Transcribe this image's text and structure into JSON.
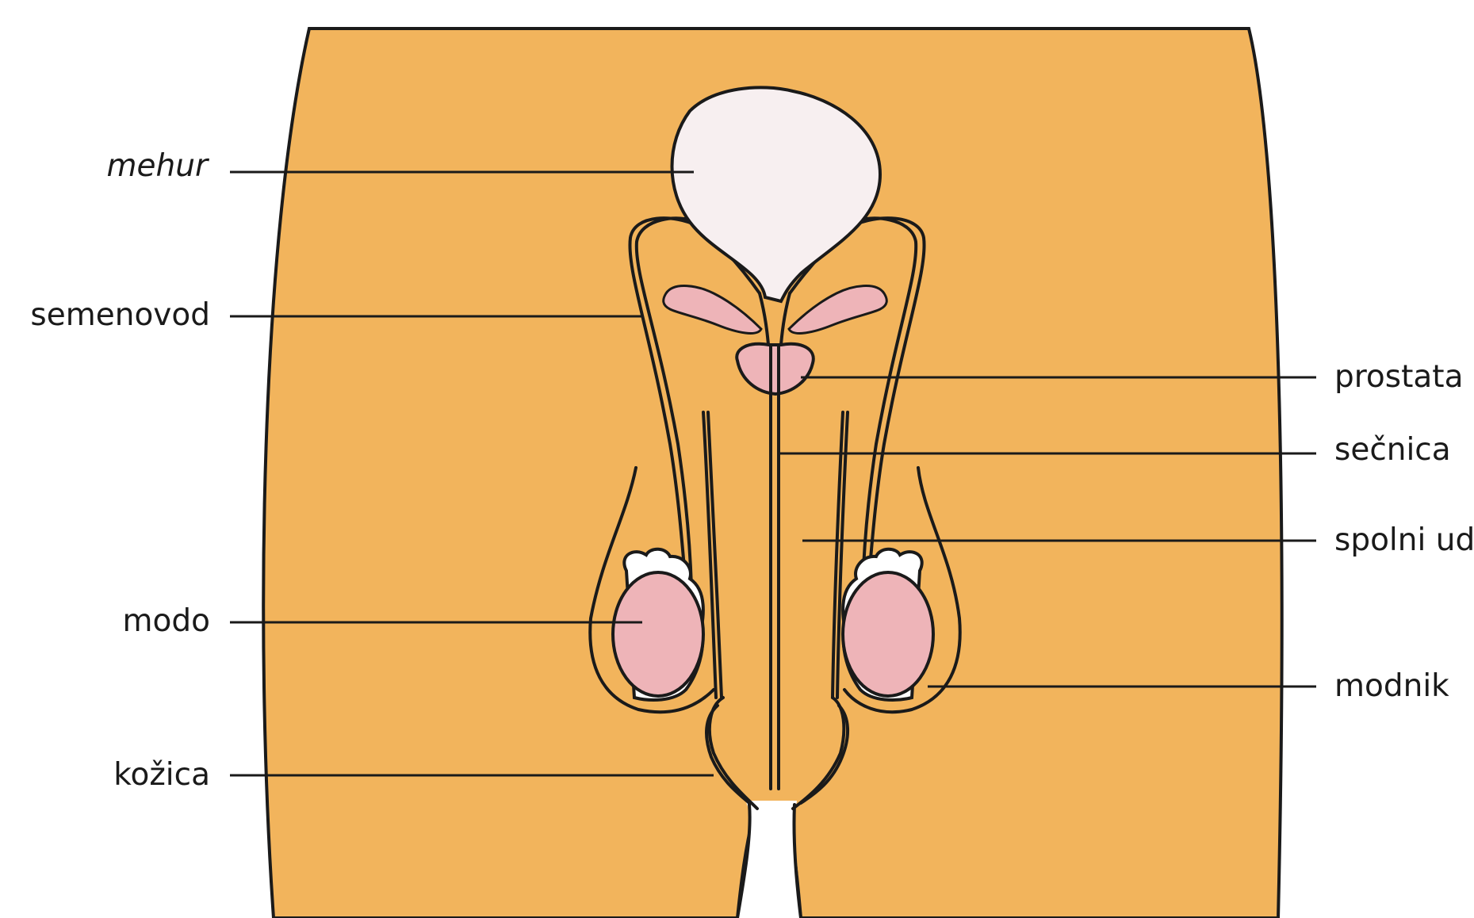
{
  "labels": {
    "bladder": "mehur",
    "vas_deferens": "semenovod",
    "testis": "modo",
    "foreskin": "kožica",
    "prostate": "prostata",
    "urethra": "sečnica",
    "penis": "spolni ud",
    "scrotum": "modnik"
  },
  "colors": {
    "body_fill": "#f2b45c",
    "organ_fill": "#eeb4b8",
    "bladder_fill": "#f7eff0",
    "outline": "#1a1a1a",
    "background": "#ffffff"
  }
}
